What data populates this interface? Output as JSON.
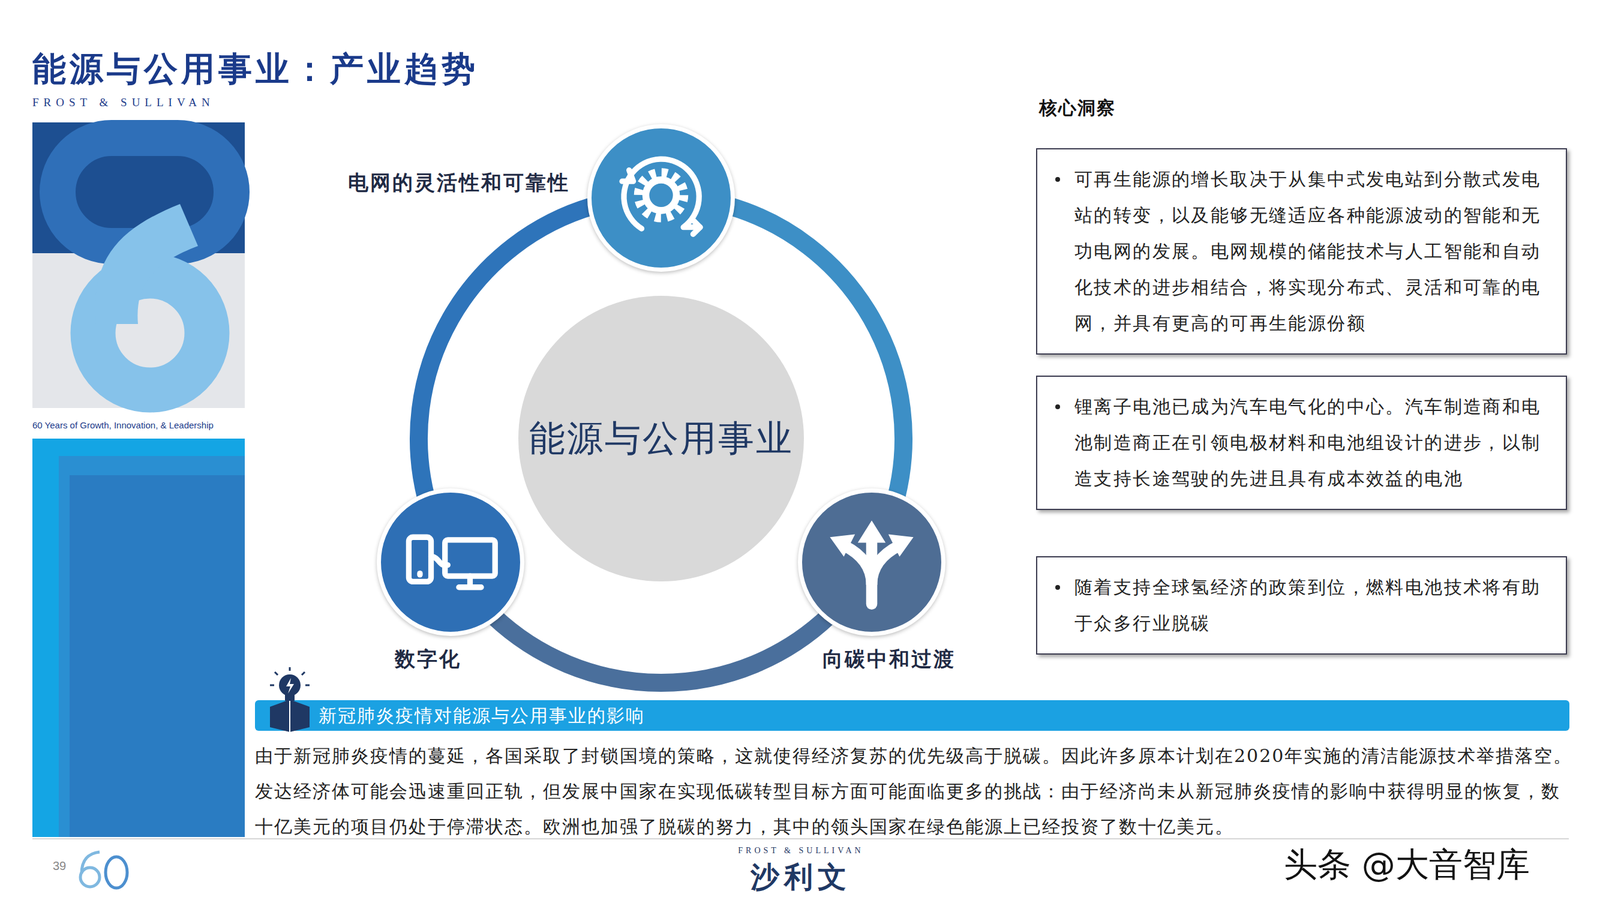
{
  "diagram": {
    "title": "能源与公用事业：产业趋势",
    "nodes": [
      {
        "text": [
          "能源与公用事业"
        ]
      },
      {
        "text": [
          "电网的灵活性和可靠性"
        ]
      },
      {
        "text": [
          "向碳中和过渡"
        ]
      },
      {
        "text": [
          "数字化"
        ]
      },
      {
        "text": [
          "可再生能源的增长取决于从集中式发电站到分散式发电站的转变，以及能够无缝适应各种能源波动的智能和无功电网的发展。电网规模的储能技术与人工智能和自动化技术的进步相结合，将实现分布式、灵活和可靠的电网，并具有更高的可再生能源份额"
        ]
      },
      {
        "text": [
          "锂离子电池已成为汽车电气化的中心。汽车制造商和电池制造商正在引领电极材料和电池组设计的进步，以制造支持长途驾驶的先进且具有成本效益的电池"
        ]
      },
      {
        "text": [
          "随着支持全球氢经济的政策到位，燃料电池技术将有助于众多行业脱碳"
        ]
      },
      {
        "text": [
          "新冠肺炎疫情对能源与公用事业的影响"
        ]
      }
    ],
    "edges": [
      {
        "from": 1,
        "to": 2,
        "arrow": "none"
      },
      {
        "from": 2,
        "to": 3,
        "arrow": "none"
      },
      {
        "from": 3,
        "to": 1,
        "arrow": "none"
      }
    ],
    "labels": [
      "FROST & SULLIVAN",
      "核心洞察",
      "由于新冠肺炎疫情的蔓延，各国采取了封锁国境的策略，这就使得经济复苏的优先级高于脱碳。因此许多原本计划在2020年实施的清洁能源技术举措落空。发达经济体可能会迅速重回正轨，但发展中国家在实现低碳转型目标方面可能面临更多的挑战：由于经济尚未从新冠肺炎疫情的影响中获得明显的恢复，数十亿美元的项目仍处于停滞状态。欧洲也加强了脱碳的努力，其中的领头国家在绿色能源上已经投资了数十亿美元。",
      "60 Years of Growth, Innovation, & Leadership",
      "39",
      "FROST & SULLIVAN",
      "沙利文",
      "头条 @大音智库"
    ]
  }
}
